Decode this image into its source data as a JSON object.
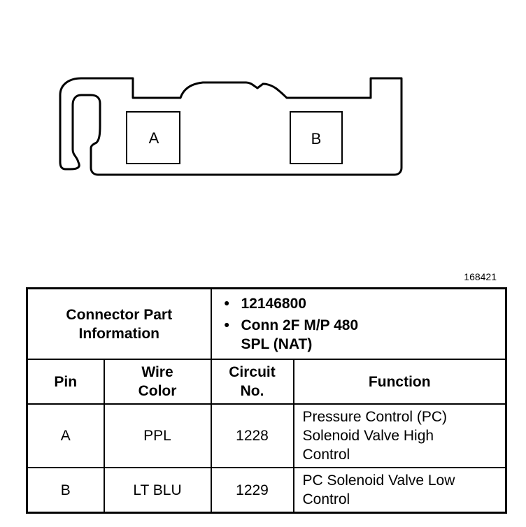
{
  "figure_id": "168421",
  "connector": {
    "pin_labels": [
      "A",
      "B"
    ]
  },
  "table": {
    "part_info_label_line1": "Connector Part",
    "part_info_label_line2": "Information",
    "part_numbers": [
      "12146800",
      "Conn 2F M/P 480",
      "SPL (NAT)"
    ],
    "headers": {
      "pin": "Pin",
      "wire_color_line1": "Wire",
      "wire_color_line2": "Color",
      "circuit_line1": "Circuit",
      "circuit_line2": "No.",
      "function": "Function"
    },
    "rows": [
      {
        "pin": "A",
        "wire_color": "PPL",
        "circuit": "1228",
        "function_lines": [
          "Pressure Control (PC)",
          "Solenoid Valve High",
          "Control"
        ]
      },
      {
        "pin": "B",
        "wire_color": "LT BLU",
        "circuit": "1229",
        "function_lines": [
          "PC Solenoid Valve Low",
          "Control"
        ]
      }
    ]
  }
}
